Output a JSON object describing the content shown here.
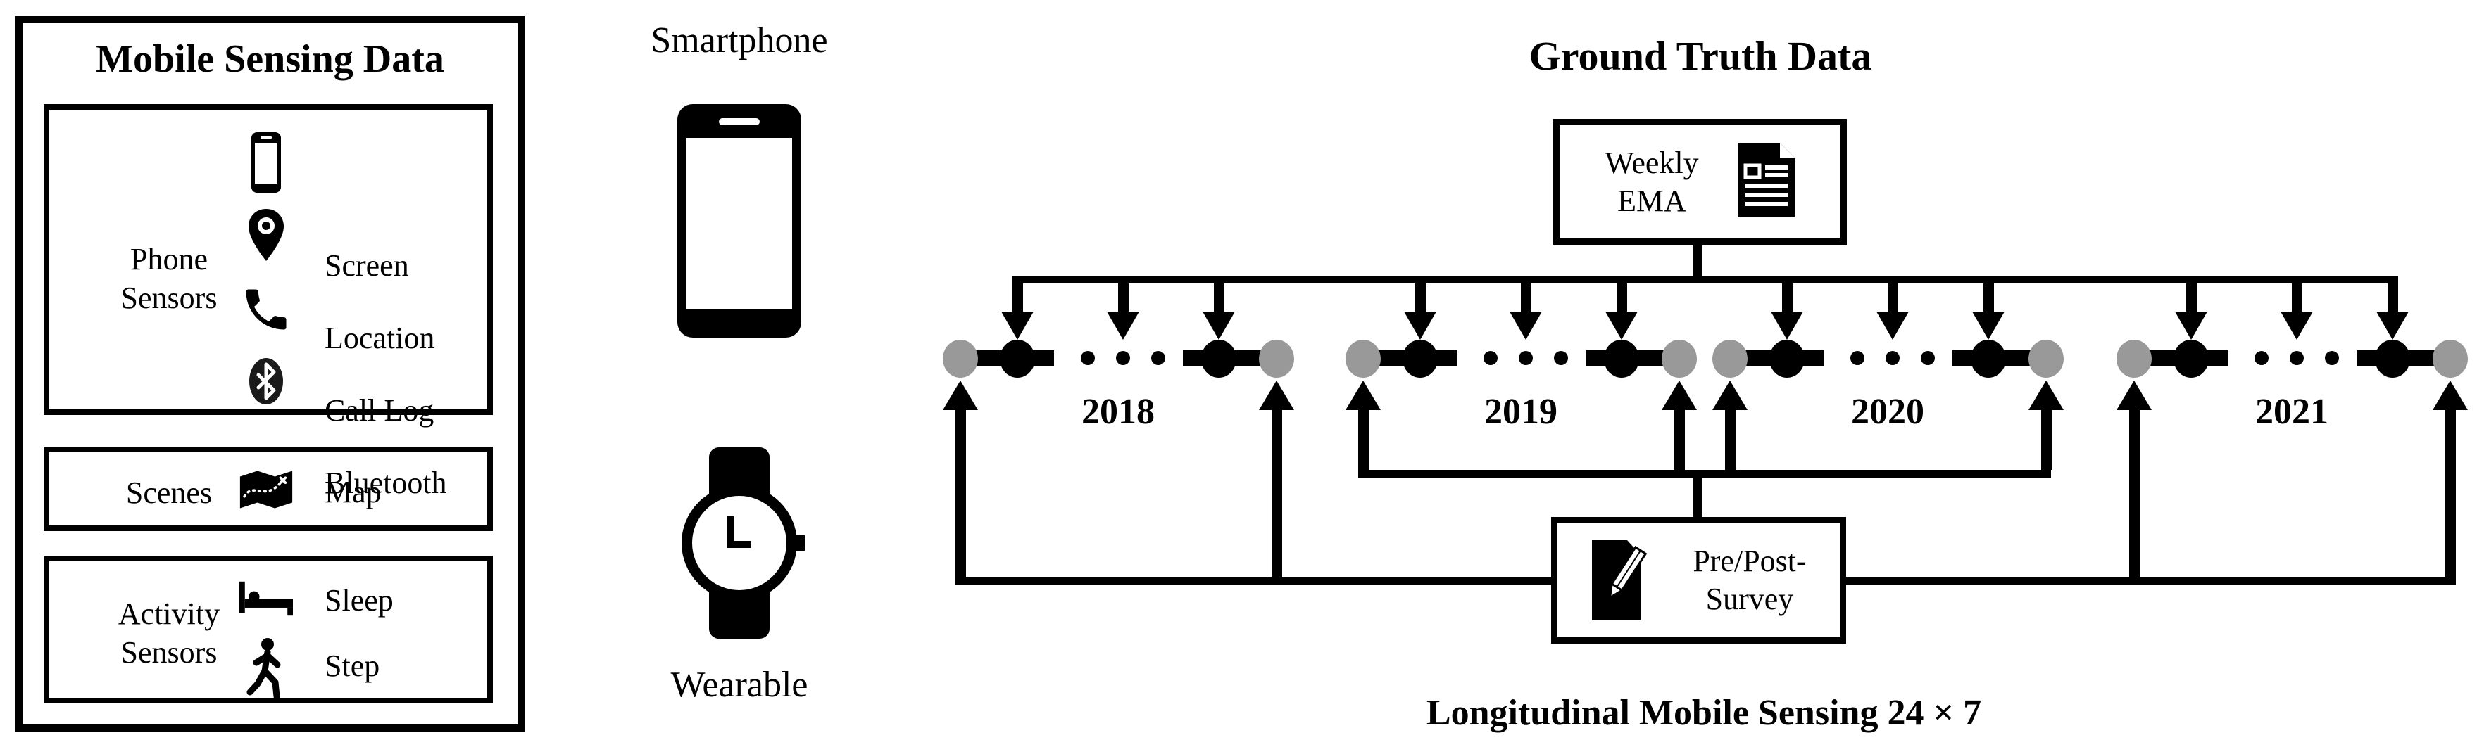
{
  "left_panel": {
    "title": "Mobile Sensing Data",
    "phone_sensors": {
      "label_line1": "Phone",
      "label_line2": "Sensors",
      "items": [
        {
          "icon": "screen-icon",
          "label": "Screen"
        },
        {
          "icon": "location-icon",
          "label": "Location"
        },
        {
          "icon": "call-log-icon",
          "label": "Call Log"
        },
        {
          "icon": "bluetooth-icon",
          "label": "Bluetooth"
        }
      ]
    },
    "scenes": {
      "label": "Scenes",
      "items": [
        {
          "icon": "map-icon",
          "label": "Map"
        }
      ]
    },
    "activity_sensors": {
      "label_line1": "Activity",
      "label_line2": "Sensors",
      "items": [
        {
          "icon": "sleep-icon",
          "label": "Sleep"
        },
        {
          "icon": "step-icon",
          "label": "Step"
        }
      ]
    }
  },
  "devices": {
    "smartphone_label": "Smartphone",
    "wearable_label": "Wearable"
  },
  "ground_truth": {
    "title": "Ground Truth Data",
    "weekly_ema": {
      "line1": "Weekly",
      "line2": "EMA",
      "icon": "document-icon"
    },
    "pre_post_survey": {
      "line1": "Pre/Post-",
      "line2": "Survey",
      "icon": "survey-pencil-icon"
    },
    "years": [
      "2018",
      "2019",
      "2020",
      "2021"
    ],
    "caption": "Longitudinal Mobile Sensing 24 × 7"
  },
  "colors": {
    "black": "#000000",
    "gray_node": "#999999",
    "bluetooth_bg": "#1a1a1a",
    "background": "#ffffff"
  }
}
